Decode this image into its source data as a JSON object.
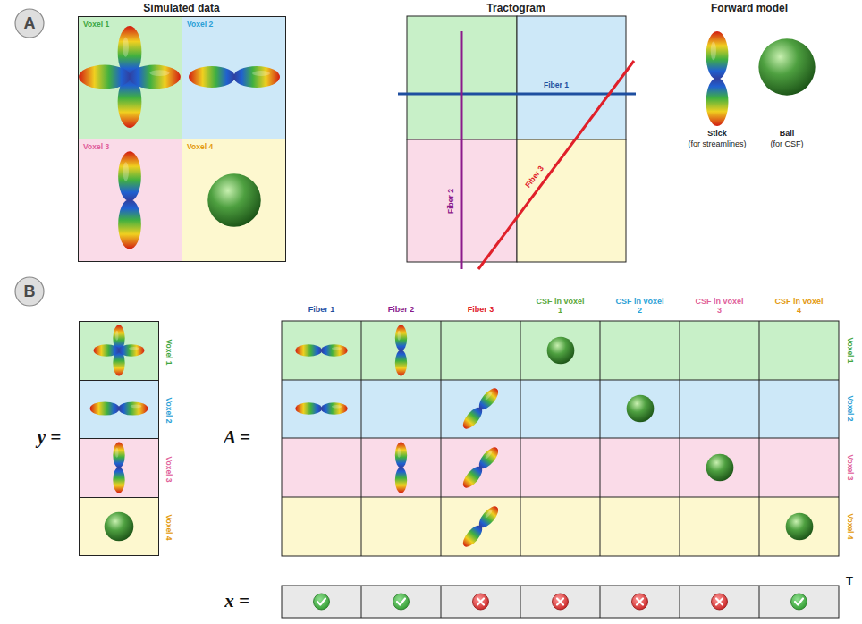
{
  "diagram": {
    "nodes": [
      {
        "text": [
          "A"
        ]
      },
      {
        "text": [
          "Voxel 1"
        ]
      },
      {
        "text": [
          "Voxel 2"
        ]
      },
      {
        "text": [
          "Voxel 3"
        ]
      },
      {
        "text": [
          "Voxel 4"
        ]
      },
      {
        "text": [
          "B"
        ]
      },
      {
        "text": [
          "Voxel 1"
        ]
      },
      {
        "text": [
          "Voxel 2"
        ]
      },
      {
        "text": [
          "Voxel 3"
        ]
      },
      {
        "text": [
          "Voxel 4"
        ]
      }
    ],
    "edges": [],
    "labels": [
      "Simulated data",
      "Tractogram",
      "Forward model",
      "Fiber 1",
      "Fiber 2",
      "Fiber 3",
      "Stick",
      "(for streamlines)",
      "Ball",
      "(for CSF)",
      "y =",
      "A =",
      "Fiber 1",
      "Fiber 2",
      "Fiber 3",
      "CSF in voxel 1",
      "CSF in voxel 2",
      "CSF in voxel 3",
      "CSF in voxel 4",
      "Voxel 1",
      "Voxel 2",
      "Voxel 3",
      "Voxel 4",
      "x =",
      "T"
    ]
  }
}
